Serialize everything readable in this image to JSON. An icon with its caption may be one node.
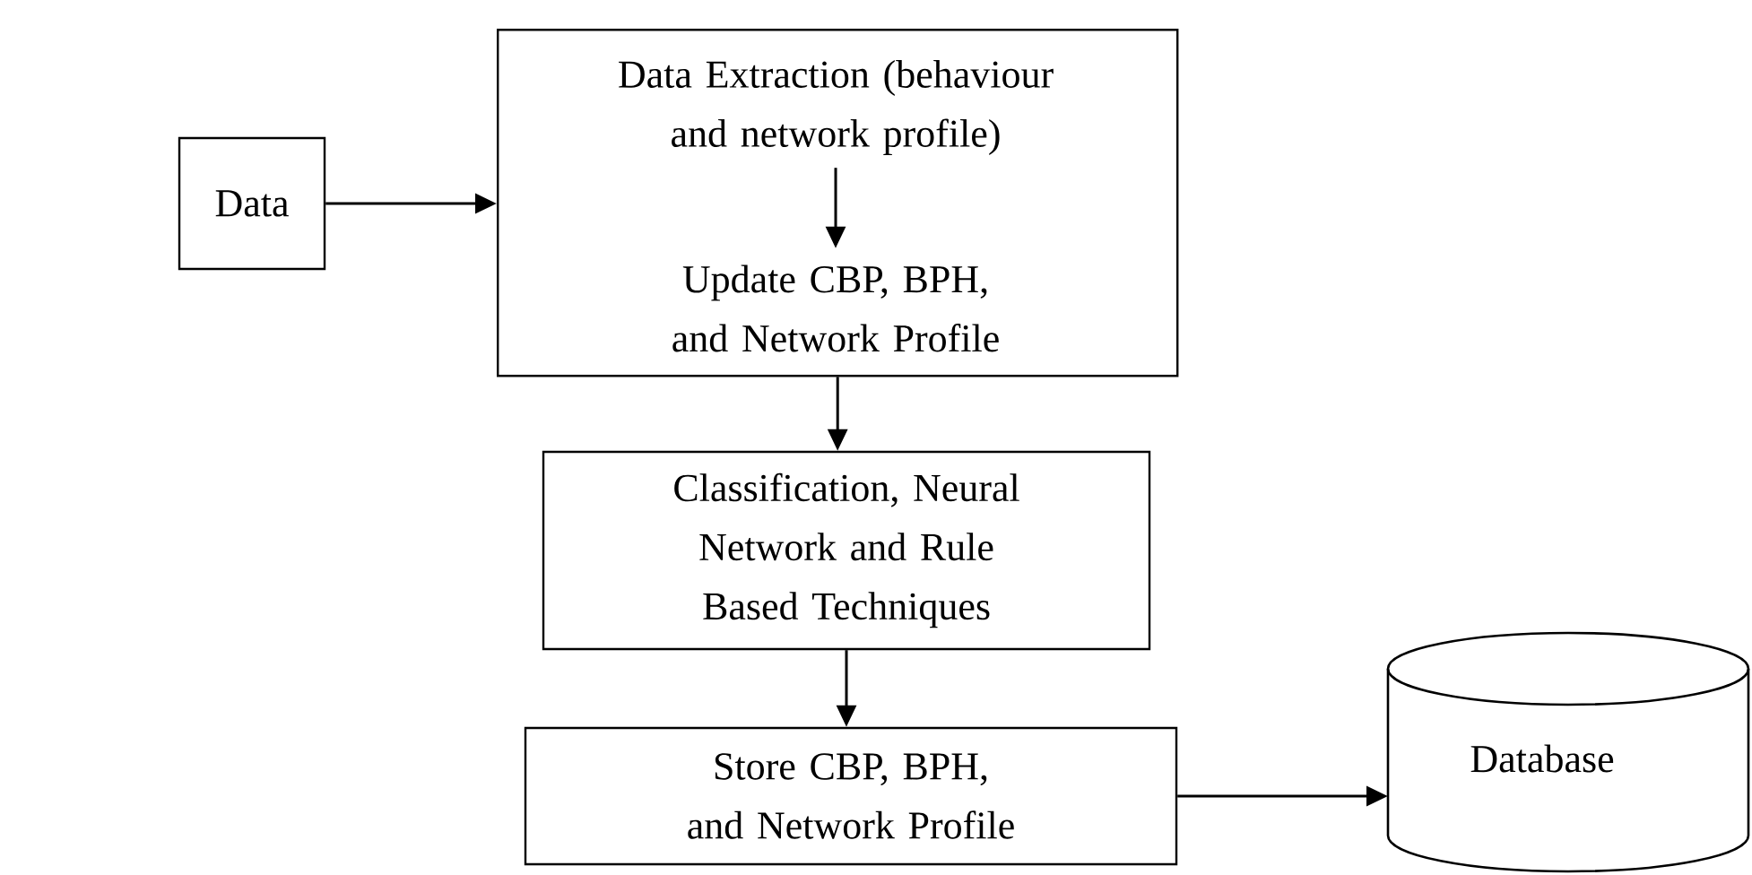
{
  "diagram": {
    "nodes": [
      {
        "text": [
          "Data"
        ]
      },
      {
        "text": [],
        "shape": "box"
      },
      {
        "text": [
          "Data Extraction (behaviour and network profile)"
        ],
        "in": 1
      },
      {
        "text": [
          "Update CBP, BPH, and Network Profile"
        ],
        "in": 1
      },
      {
        "text": [
          "Classification, Neural Network and Rule Based Techniques"
        ]
      },
      {
        "text": [
          "Store CBP, BPH, and Network Profile"
        ]
      },
      {
        "text": [
          "Database"
        ]
      }
    ],
    "edges": [
      {
        "from": 0,
        "to": 1,
        "arrow": "to"
      },
      {
        "from": 2,
        "to": 3,
        "arrow": "to"
      },
      {
        "from": 1,
        "to": 4,
        "arrow": "to"
      },
      {
        "from": 4,
        "to": 5,
        "arrow": "to"
      },
      {
        "from": 5,
        "to": 6,
        "arrow": "to"
      }
    ]
  }
}
